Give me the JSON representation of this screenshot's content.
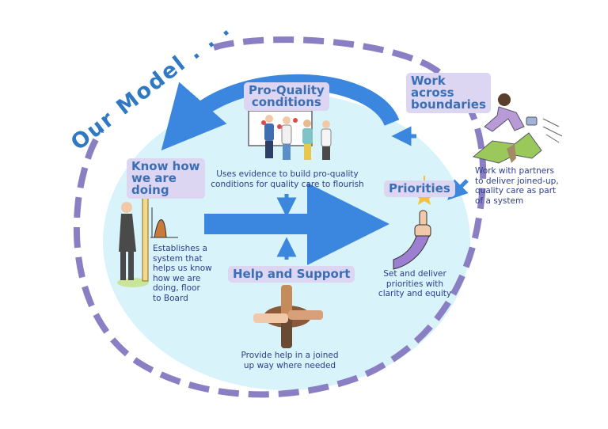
{
  "title": "Our Model . . .",
  "nodes": {
    "pro_quality": {
      "label": "Pro-Quality\nconditions",
      "description": "Uses evidence to build pro-quality\nconditions for quality care to flourish"
    },
    "work_across": {
      "label": "Work\nacross\nboundaries",
      "description": "Work with partners\nto deliver joined-up,\nquality care as part\nof a system"
    },
    "know_how": {
      "label": "Know how\nwe are\ndoing",
      "description": "Establishes a\nsystem that\nhelps us know\nhow we are\ndoing, floor\nto Board"
    },
    "priorities": {
      "label": "Priorities",
      "description": "Set and deliver\npriorities with\nclarity and equity"
    },
    "help_support": {
      "label": "Help and Support",
      "description": "Provide help in a joined\nup way where needed"
    }
  },
  "colors": {
    "inner_fill": "#d8f3fa",
    "dashed_ring": "#8b7fc4",
    "arrow_blue": "#3b86de",
    "label_bg": "#dcd6f2",
    "label_text": "#3a6fb4",
    "desc_text": "#2c3e8c"
  },
  "icons": [
    "meeting-illustration",
    "jumping-person-illustration",
    "measuring-man-illustration",
    "raised-finger-star-illustration",
    "joined-hands-illustration"
  ]
}
